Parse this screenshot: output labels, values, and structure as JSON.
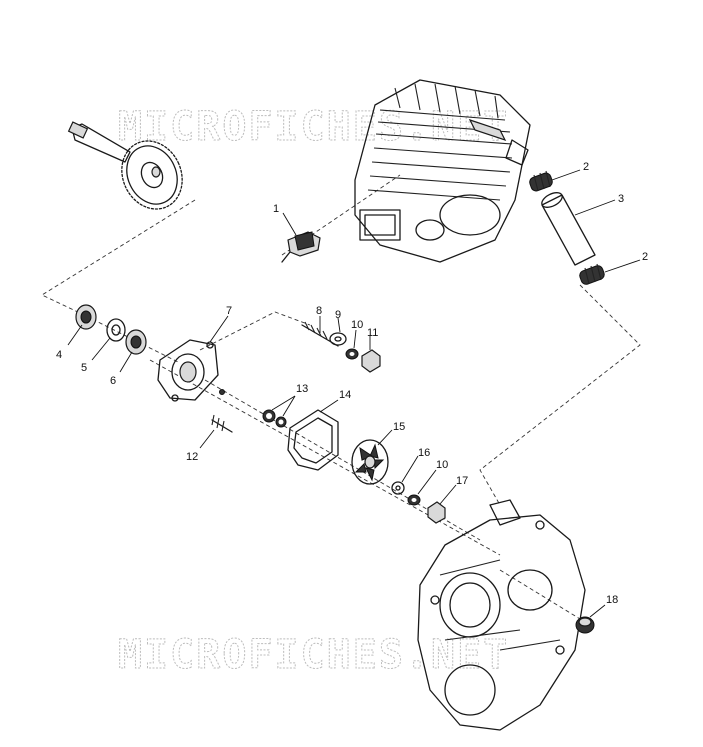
{
  "watermark": {
    "top": "MICROFICHES.NET",
    "bottom": "MICROFICHES.NET"
  },
  "callouts": [
    {
      "id": "c1",
      "number": "1"
    },
    {
      "id": "c2a",
      "number": "2"
    },
    {
      "id": "c2b",
      "number": "2"
    },
    {
      "id": "c3",
      "number": "3"
    },
    {
      "id": "c4",
      "number": "4"
    },
    {
      "id": "c5",
      "number": "5"
    },
    {
      "id": "c6",
      "number": "6"
    },
    {
      "id": "c7",
      "number": "7"
    },
    {
      "id": "c8",
      "number": "8"
    },
    {
      "id": "c9",
      "number": "9"
    },
    {
      "id": "c10a",
      "number": "10"
    },
    {
      "id": "c11",
      "number": "11"
    },
    {
      "id": "c12",
      "number": "12"
    },
    {
      "id": "c13",
      "number": "13"
    },
    {
      "id": "c14",
      "number": "14"
    },
    {
      "id": "c15",
      "number": "15"
    },
    {
      "id": "c16",
      "number": "16"
    },
    {
      "id": "c10b",
      "number": "10"
    },
    {
      "id": "c17",
      "number": "17"
    },
    {
      "id": "c18",
      "number": "18"
    }
  ]
}
